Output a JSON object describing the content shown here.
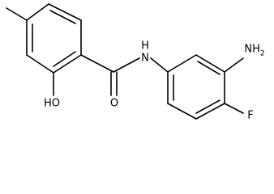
{
  "molecule": {
    "atom_labels": {
      "amine": "NH2",
      "amide_nitrogen": "N",
      "hydrogen_on_nitrogen": "H",
      "hydroxyl": "HO",
      "carbonyl_oxygen": "O",
      "fluorine": "F"
    }
  }
}
